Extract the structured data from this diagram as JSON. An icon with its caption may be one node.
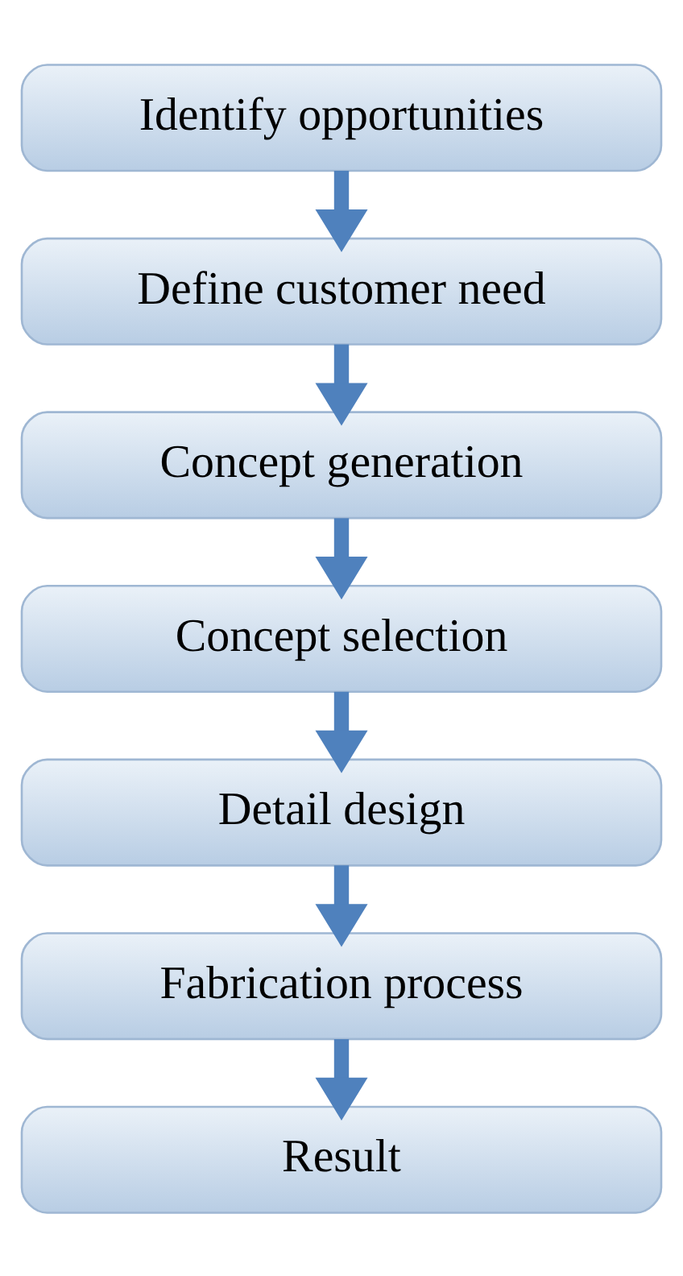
{
  "diagram": {
    "nodes": [
      {
        "text": [
          "Identify opportunities"
        ]
      },
      {
        "text": [
          "Define customer need"
        ]
      },
      {
        "text": [
          "Concept generation"
        ]
      },
      {
        "text": [
          "Concept selection"
        ]
      },
      {
        "text": [
          "Detail design"
        ]
      },
      {
        "text": [
          "Fabrication process"
        ]
      },
      {
        "text": [
          "Result"
        ]
      }
    ],
    "edges": [
      {
        "from": 0,
        "to": 1,
        "arrow": "to"
      },
      {
        "from": 1,
        "to": 2,
        "arrow": "to"
      },
      {
        "from": 2,
        "to": 3,
        "arrow": "to"
      },
      {
        "from": 3,
        "to": 4,
        "arrow": "to"
      },
      {
        "from": 4,
        "to": 5,
        "arrow": "to"
      },
      {
        "from": 5,
        "to": 6,
        "arrow": "to"
      }
    ]
  }
}
